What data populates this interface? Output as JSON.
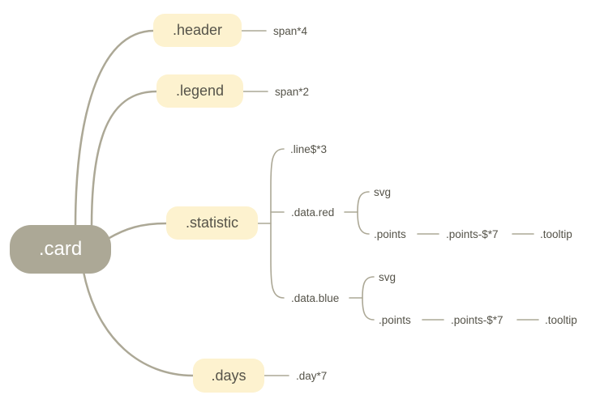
{
  "colors": {
    "root_fill": "#aca896",
    "pill_fill": "#fdf2cf",
    "line": "#aca896",
    "text": "#555349"
  },
  "mindmap": {
    "root": ".card",
    "header": {
      "label": ".header",
      "child": "span*4"
    },
    "legend": {
      "label": ".legend",
      "child": "span*2"
    },
    "statistic": {
      "label": ".statistic",
      "line": ".line$*3",
      "data_red": {
        "label": ".data.red",
        "svg": "svg",
        "points": ".points",
        "points_each": ".points-$*7",
        "tooltip": ".tooltip"
      },
      "data_blue": {
        "label": ".data.blue",
        "svg": "svg",
        "points": ".points",
        "points_each": ".points-$*7",
        "tooltip": ".tooltip"
      }
    },
    "days": {
      "label": ".days",
      "child": ".day*7"
    }
  }
}
